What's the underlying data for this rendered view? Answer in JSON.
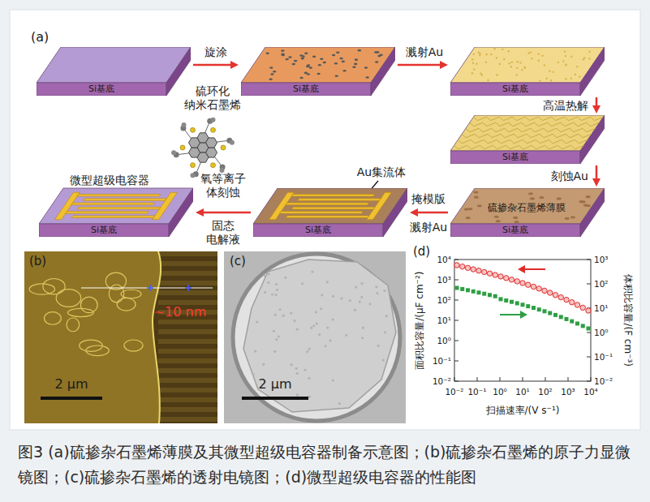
{
  "diagram": {
    "caption": "图3 (a)硫掺杂石墨烯薄膜及其微型超级电容器制备示意图；(b)硫掺杂石墨烯的原子力显微镜图；(c)硫掺杂石墨烯的透射电镜图；(d)微型超级电容器的性能图",
    "nodes": [
      {
        "text": [
          "Si基底"
        ]
      },
      {
        "text": [
          "Si基底"
        ]
      },
      {
        "text": [
          "Si基底"
        ]
      },
      {
        "text": [
          "Si基底"
        ]
      },
      {
        "text": [
          "硫掺杂石墨烯薄膜",
          "Si基底"
        ]
      },
      {
        "text": [
          "Si基底"
        ]
      },
      {
        "text": [
          "微型超级电容器",
          "Si基底"
        ]
      }
    ],
    "edges": [
      {
        "from": 0,
        "to": 1,
        "arrow": "to",
        "label": "旋涂"
      },
      {
        "from": 1,
        "to": 2,
        "arrow": "to",
        "label": "溅射Au"
      },
      {
        "from": 2,
        "to": 3,
        "arrow": "to",
        "label": "高温热解"
      },
      {
        "from": 3,
        "to": 4,
        "arrow": "to",
        "label": "刻蚀Au"
      },
      {
        "from": 4,
        "to": 5,
        "arrow": "to",
        "label": "掩模版"
      },
      {
        "from": 5,
        "to": 6,
        "arrow": "to",
        "label": "氧等离子 体刻蚀"
      }
    ],
    "labels": [
      "(a)",
      "硫环化 纳米石墨烯",
      "溅射Au",
      "固态 电解液",
      "Au集流体",
      "(b)",
      "~10 nm",
      "2 μm",
      "(c)",
      "2 μm",
      "(d)",
      "面积比容量/(μF cm⁻²)",
      "体积比容量/(F cm⁻³)",
      "扫描速率/(V s⁻¹)",
      "10⁴",
      "10³",
      "10²",
      "10¹",
      "10⁰",
      "10⁻¹",
      "10⁻²",
      "10³",
      "10²",
      "10¹",
      "10⁰",
      "10⁻¹",
      "10⁻²",
      "10⁻²",
      "10⁻¹",
      "10⁰",
      "10¹",
      "10²",
      "10³",
      "10⁴"
    ]
  }
}
